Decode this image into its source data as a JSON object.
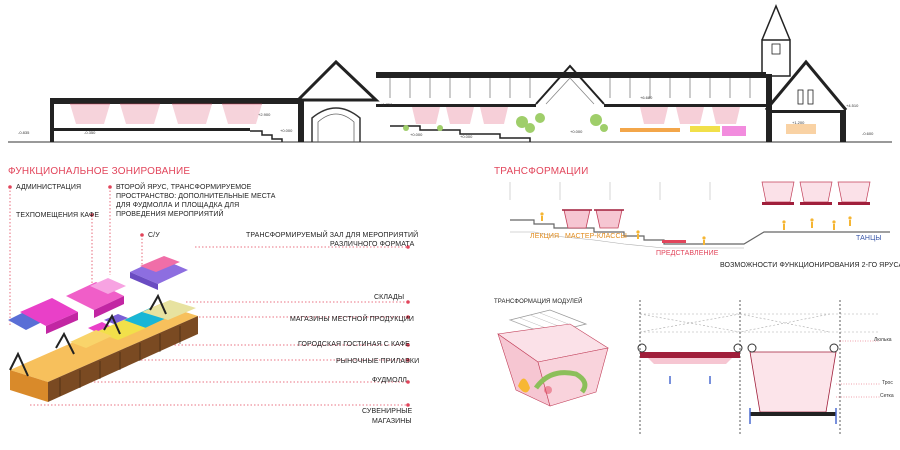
{
  "section": {
    "levels": [
      "-0.835",
      "-0.350",
      "+2.900",
      "+0.000",
      "+1.750",
      "+0.000",
      "+6.680",
      "+0.000",
      "+0.000",
      "+1.200",
      "+4.510",
      "-0.600"
    ]
  },
  "zoning": {
    "title": "ФУНКЦИОНАЛЬНОЕ ЗОНИРОВАНИЕ",
    "admin": "АДМИНИСТРАЦИЯ",
    "tech": "ТЕХПОМЕЩЕНИЯ КАФЕ",
    "second_tier": "ВТОРОЙ ЯРУС, ТРАНСФОРМИРУЕМОЕ ПРОСТРАНСТВО: ДОПОЛНИТЕЛЬНЫЕ МЕСТА ДЛЯ ФУДМОЛЛА И ПЛОЩАДКА ДЛЯ ПРОВЕДЕНИЯ МЕРОПРИЯТИЙ",
    "wc": "С/У",
    "hall_line1": "ТРАНСФОРМИРУЕМЫЙ ЗАЛ ДЛЯ МЕРОПРИЯТИЙ",
    "hall_line2": "РАЗЛИЧНОГО ФОРМАТА",
    "storage": "СКЛАДЫ",
    "local_shops": "МАГАЗИНЫ МЕСТНОЙ ПРОДУКЦИИ",
    "city_hall": "ГОРОДСКАЯ ГОСТИНАЯ С КАФЕ",
    "market": "РЫНОЧНЫЕ ПРИЛАВКИ",
    "foodmall": "ФУДМОЛЛ",
    "souvenir_line1": "СУВЕНИРНЫЕ",
    "souvenir_line2": "МАГАЗИНЫ"
  },
  "transform": {
    "title": "ТРАНСФОРМАЦИИ",
    "lecture": "ЛЕКЦИЯ",
    "masterclass": "МАСТЕР-КЛАССЫ",
    "performance": "ПРЕДСТАВЛЕНИЕ",
    "dance": "ТАНЦЫ",
    "caption": "ВОЗМОЖНОСТИ ФУНКЦИОНИРОВАНИЯ 2-ГО ЯРУСА"
  },
  "modules": {
    "title": "ТРАНСФОРМАЦИЯ МОДУЛЕЙ",
    "label1": "Люлька",
    "label2": "Трос",
    "label3": "Сетка"
  },
  "colors": {
    "accent": "#e2455b",
    "admin": "#e940c8",
    "wc": "#7a5fd6",
    "storage": "#19b6d6",
    "local": "#f2e04a",
    "foodmall": "#f3a64a"
  }
}
